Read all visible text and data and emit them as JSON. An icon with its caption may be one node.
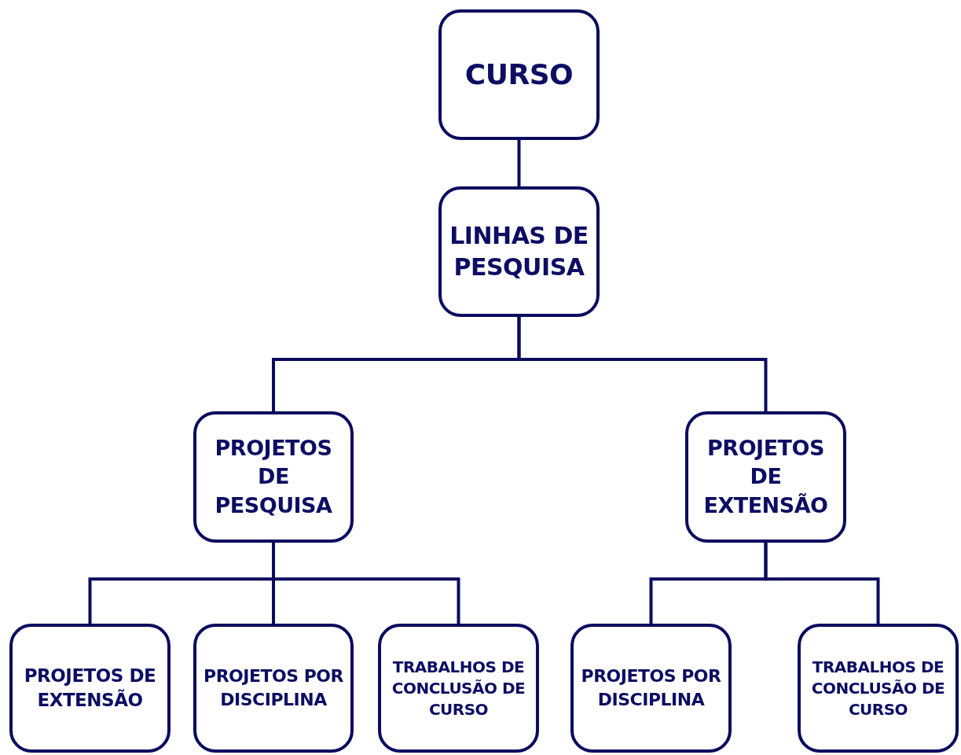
{
  "diagram": {
    "nodes": [
      {
        "text": [
          "CURSO"
        ]
      },
      {
        "text": [
          "LINHAS DE PESQUISA"
        ]
      },
      {
        "text": [
          "PROJETOS DE PESQUISA"
        ]
      },
      {
        "text": [
          "PROJETOS DE EXTENSÃO"
        ]
      },
      {
        "text": [
          "PROJETOS DE EXTENSÃO"
        ]
      },
      {
        "text": [
          "PROJETOS POR DISCIPLINA"
        ]
      },
      {
        "text": [
          "TRABALHOS DE CONCLUSÃO DE CURSO"
        ]
      },
      {
        "text": [
          "PROJETOS POR DISCIPLINA"
        ]
      },
      {
        "text": [
          "TRABALHOS DE CONCLUSÃO DE CURSO"
        ]
      }
    ],
    "edges": [
      {
        "from": 0,
        "to": 1,
        "arrow": "none"
      },
      {
        "from": 1,
        "to": 2,
        "arrow": "none"
      },
      {
        "from": 1,
        "to": 3,
        "arrow": "none"
      },
      {
        "from": 2,
        "to": 4,
        "arrow": "none"
      },
      {
        "from": 2,
        "to": 5,
        "arrow": "none"
      },
      {
        "from": 2,
        "to": 6,
        "arrow": "none"
      },
      {
        "from": 3,
        "to": 7,
        "arrow": "none"
      },
      {
        "from": 3,
        "to": 8,
        "arrow": "none"
      }
    ]
  }
}
